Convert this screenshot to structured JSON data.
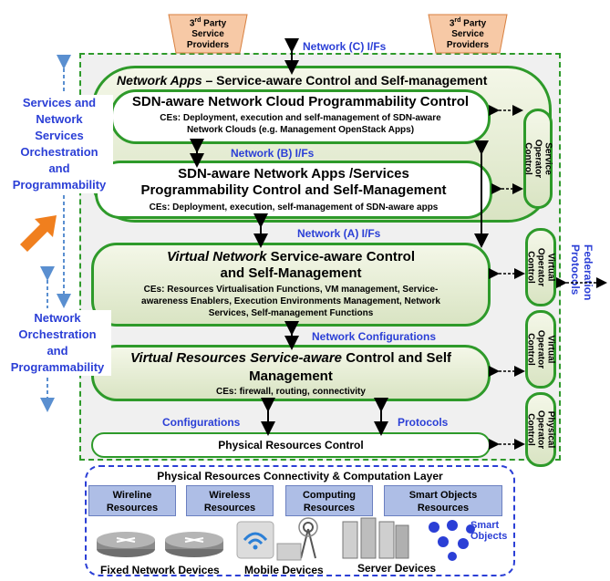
{
  "third_party_left": {
    "sup": "rd",
    "line1": "3",
    "line2": "Party",
    "line3": "Service",
    "line4": "Providers"
  },
  "third_party_right": {
    "sup": "rd",
    "line1": "3",
    "line2": "Party",
    "line3": "Service",
    "line4": "Providers"
  },
  "network_c": "Network (C) I/Fs",
  "network_b": "Network (B) I/Fs",
  "network_a": "Network (A) I/Fs",
  "network_configurations": "Network Configurations",
  "configurations": "Configurations",
  "protocols": "Protocols",
  "left_services_label": [
    "Services and",
    "Network",
    "Services",
    "Orchestration",
    "and",
    "Programmability"
  ],
  "left_network_label": [
    "Network",
    "Orchestration",
    "and",
    "Programmability"
  ],
  "federation_label": [
    "Federation",
    "Protocols"
  ],
  "network_apps": {
    "title_italic": "Network Apps",
    "title_rest": " – Service-aware Control and Self-management"
  },
  "cloud_control": {
    "title": "SDN-aware Network Cloud Programmability Control",
    "ces1": "CEs: Deployment, execution and self-management of SDN-aware",
    "ces2": "Network Clouds (e.g. Management OpenStack Apps)"
  },
  "apps_control": {
    "title1": "SDN-aware Network Apps /Services",
    "title2": "Programmability Control and Self-Management",
    "ces": "CEs: Deployment, execution, self-management of SDN-aware apps"
  },
  "virtual_network": {
    "title_italic": "Virtual Network",
    "title_rest": " Service-aware Control",
    "title2": "and Self-Management",
    "ces1": "CEs: Resources Virtualisation Functions, VM management, Service-",
    "ces2": "awareness Enablers, Execution Environments Management, Network",
    "ces3": "Services, Self-management Functions"
  },
  "virtual_resources": {
    "title_italic": "Virtual Resources Service-aware",
    "title_rest": " Control and Self",
    "title2": "Management",
    "ces": "CEs:  firewall, routing, connectivity"
  },
  "physical_resources_control": "Physical Resources Control",
  "operator_controls": [
    {
      "line1": "Service",
      "line2": "Operator",
      "line3": "Control"
    },
    {
      "line1": "Virtual",
      "line2": "Operator",
      "line3": "Control"
    },
    {
      "line1": "Virtual",
      "line2": "Operator",
      "line3": "Control"
    },
    {
      "line1": "Physical",
      "line2": "Operator",
      "line3": "Control"
    }
  ],
  "physical_layer": {
    "title": "Physical Resources Connectivity & Computation Layer",
    "resources": [
      {
        "line1": "Wireline",
        "line2": "Resources"
      },
      {
        "line1": "Wireless",
        "line2": "Resources"
      },
      {
        "line1": "Computing",
        "line2": "Resources"
      },
      {
        "line1": "Smart Objects",
        "line2": "Resources"
      }
    ],
    "smart_objects": [
      "Smart",
      "Objects"
    ],
    "devices": {
      "fixed": "Fixed  Network Devices",
      "mobile": "Mobile Devices",
      "server": "Server Devices"
    }
  },
  "colors": {
    "green": "#2e9a2a",
    "blue": "#2b3fd6",
    "orange": "#f07f1e"
  }
}
